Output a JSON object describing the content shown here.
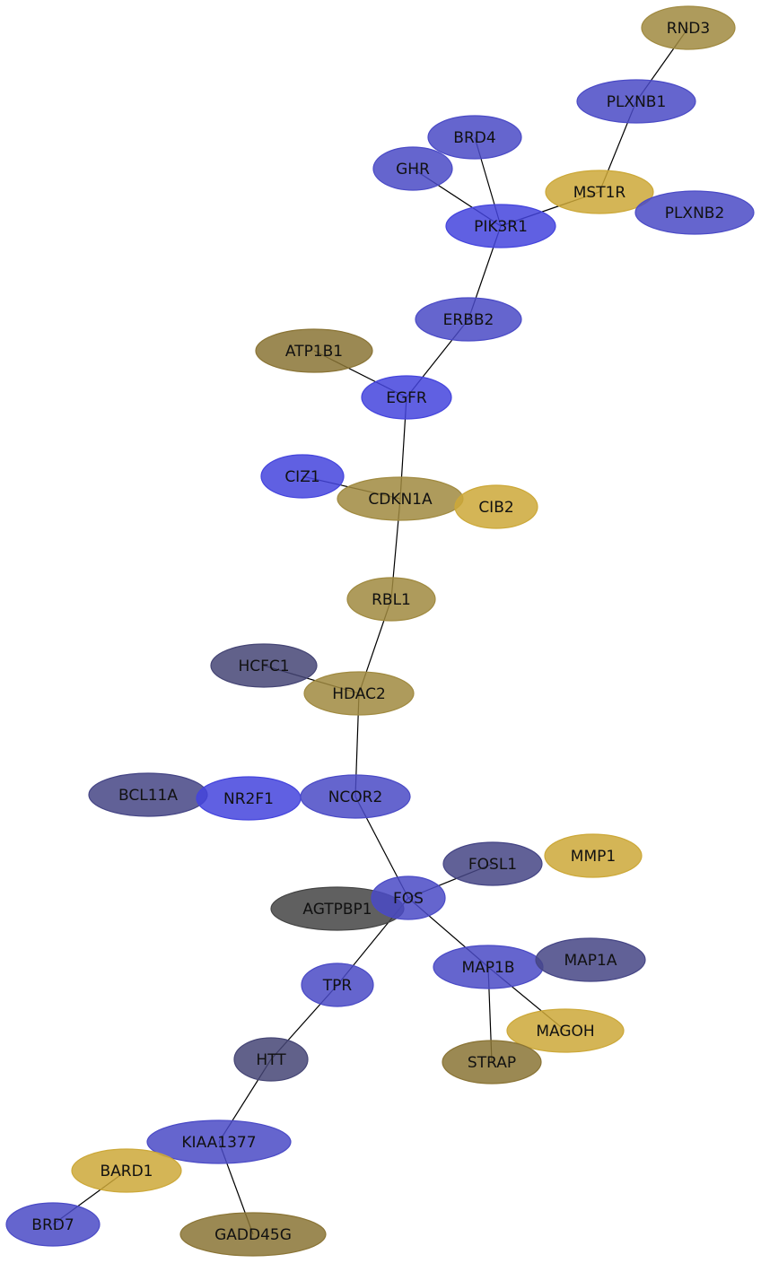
{
  "colors": {
    "blue": "#4a4ac6",
    "bright_blue": "#4444dd",
    "slate": "#454585",
    "gold": "#a08a40",
    "yellow": "#cca838",
    "olive": "#8a7435",
    "dark_slate": "#454575",
    "gray": "#444444",
    "edge": "#000000"
  },
  "nodes": [
    {
      "id": "RND3",
      "label": "RND3",
      "color": "gold"
    },
    {
      "id": "PLXNB1",
      "label": "PLXNB1",
      "color": "blue"
    },
    {
      "id": "BRD4",
      "label": "BRD4",
      "color": "blue"
    },
    {
      "id": "GHR",
      "label": "GHR",
      "color": "blue"
    },
    {
      "id": "MST1R",
      "label": "MST1R",
      "color": "yellow"
    },
    {
      "id": "PLXNB2",
      "label": "PLXNB2",
      "color": "blue"
    },
    {
      "id": "PIK3R1",
      "label": "PIK3R1",
      "color": "bright_blue"
    },
    {
      "id": "ERBB2",
      "label": "ERBB2",
      "color": "blue"
    },
    {
      "id": "ATP1B1",
      "label": "ATP1B1",
      "color": "olive"
    },
    {
      "id": "EGFR",
      "label": "EGFR",
      "color": "bright_blue"
    },
    {
      "id": "CIZ1",
      "label": "CIZ1",
      "color": "bright_blue"
    },
    {
      "id": "CDKN1A",
      "label": "CDKN1A",
      "color": "gold"
    },
    {
      "id": "CIB2",
      "label": "CIB2",
      "color": "yellow"
    },
    {
      "id": "RBL1",
      "label": "RBL1",
      "color": "gold"
    },
    {
      "id": "HCFC1",
      "label": "HCFC1",
      "color": "dark_slate"
    },
    {
      "id": "HDAC2",
      "label": "HDAC2",
      "color": "gold"
    },
    {
      "id": "BCL11A",
      "label": "BCL11A",
      "color": "slate"
    },
    {
      "id": "NR2F1",
      "label": "NR2F1",
      "color": "bright_blue"
    },
    {
      "id": "NCOR2",
      "label": "NCOR2",
      "color": "blue"
    },
    {
      "id": "FOSL1",
      "label": "FOSL1",
      "color": "slate"
    },
    {
      "id": "MMP1",
      "label": "MMP1",
      "color": "yellow"
    },
    {
      "id": "AGTPBP1",
      "label": "AGTPBP1",
      "color": "gray"
    },
    {
      "id": "FOS",
      "label": "FOS",
      "color": "blue"
    },
    {
      "id": "MAP1B",
      "label": "MAP1B",
      "color": "blue"
    },
    {
      "id": "MAP1A",
      "label": "MAP1A",
      "color": "slate"
    },
    {
      "id": "TPR",
      "label": "TPR",
      "color": "blue"
    },
    {
      "id": "MAGOH",
      "label": "MAGOH",
      "color": "yellow"
    },
    {
      "id": "STRAP",
      "label": "STRAP",
      "color": "olive"
    },
    {
      "id": "HTT",
      "label": "HTT",
      "color": "dark_slate"
    },
    {
      "id": "KIAA1377",
      "label": "KIAA1377",
      "color": "blue"
    },
    {
      "id": "BARD1",
      "label": "BARD1",
      "color": "yellow"
    },
    {
      "id": "BRD7",
      "label": "BRD7",
      "color": "blue"
    },
    {
      "id": "GADD45G",
      "label": "GADD45G",
      "color": "olive"
    }
  ],
  "edges": [
    [
      "RND3",
      "PLXNB1"
    ],
    [
      "PLXNB1",
      "MST1R"
    ],
    [
      "MST1R",
      "PIK3R1"
    ],
    [
      "BRD4",
      "PIK3R1"
    ],
    [
      "GHR",
      "PIK3R1"
    ],
    [
      "PIK3R1",
      "ERBB2"
    ],
    [
      "ERBB2",
      "EGFR"
    ],
    [
      "ATP1B1",
      "EGFR"
    ],
    [
      "EGFR",
      "CDKN1A"
    ],
    [
      "CIZ1",
      "CDKN1A"
    ],
    [
      "CDKN1A",
      "RBL1"
    ],
    [
      "RBL1",
      "HDAC2"
    ],
    [
      "HCFC1",
      "HDAC2"
    ],
    [
      "HDAC2",
      "NCOR2"
    ],
    [
      "NCOR2",
      "FOS"
    ],
    [
      "FOSL1",
      "FOS"
    ],
    [
      "FOS",
      "MAP1B"
    ],
    [
      "FOS",
      "TPR"
    ],
    [
      "MAP1B",
      "MAGOH"
    ],
    [
      "MAP1B",
      "STRAP"
    ],
    [
      "TPR",
      "HTT"
    ],
    [
      "HTT",
      "KIAA1377"
    ],
    [
      "KIAA1377",
      "GADD45G"
    ],
    [
      "BARD1",
      "BRD7"
    ]
  ]
}
